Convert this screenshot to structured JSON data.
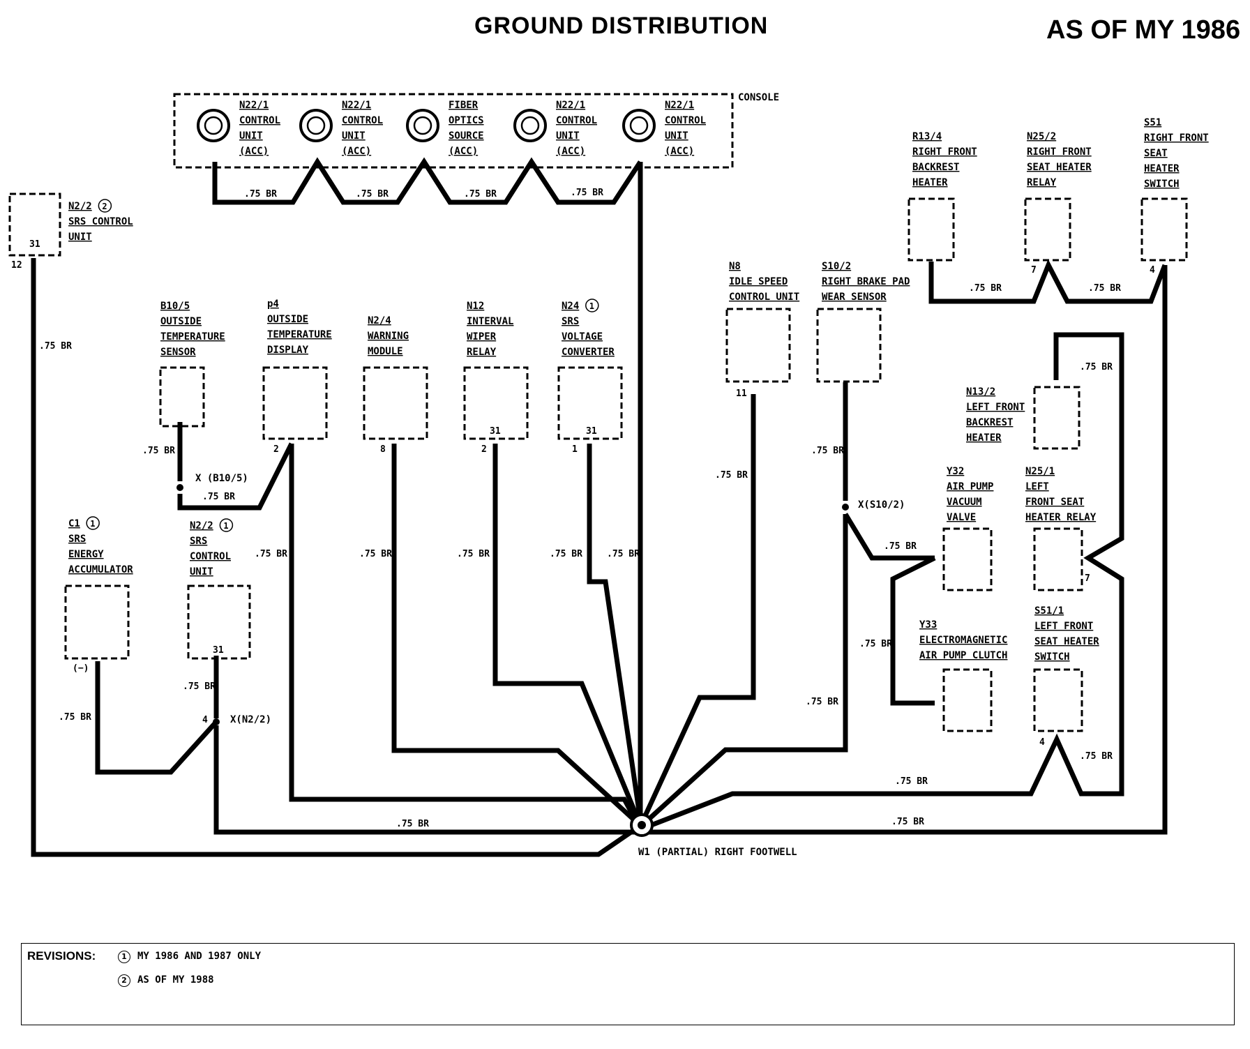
{
  "header": {
    "title": "GROUND DISTRIBUTION",
    "year": "AS OF MY 1986"
  },
  "console": {
    "label": "CONSOLE",
    "units": [
      {
        "lines": [
          "N22/1",
          "CONTROL",
          "UNIT",
          "(ACC)"
        ]
      },
      {
        "lines": [
          "N22/1",
          "CONTROL",
          "UNIT",
          "(ACC)"
        ]
      },
      {
        "lines": [
          "FIBER",
          "OPTICS",
          "SOURCE",
          "(ACC)"
        ]
      },
      {
        "lines": [
          "N22/1",
          "CONTROL",
          "UNIT",
          "(ACC)"
        ]
      },
      {
        "lines": [
          "N22/1",
          "CONTROL",
          "UNIT",
          "(ACC)"
        ]
      }
    ]
  },
  "components": {
    "n22_srs2": {
      "lines": [
        "N2/2",
        "SRS CONTROL",
        "UNIT"
      ],
      "rev": "2",
      "pin_inside": "31",
      "pin": "12"
    },
    "b10_5": {
      "lines": [
        "B10/5",
        "OUTSIDE",
        "TEMPERATURE",
        "SENSOR"
      ]
    },
    "p4": {
      "lines": [
        "p4",
        "OUTSIDE",
        "TEMPERATURE",
        "DISPLAY"
      ],
      "pin": "2"
    },
    "n2_4": {
      "lines": [
        "N2/4",
        "WARNING",
        "MODULE"
      ],
      "pin": "8"
    },
    "n12": {
      "lines": [
        "N12",
        "INTERVAL",
        "WIPER",
        "RELAY"
      ],
      "pin_inside": "31",
      "pin": "2"
    },
    "n24": {
      "lines": [
        "N24",
        "SRS",
        "VOLTAGE",
        "CONVERTER"
      ],
      "rev": "1",
      "pin_inside": "31",
      "pin": "1"
    },
    "c1": {
      "lines": [
        "C1",
        "SRS",
        "ENERGY",
        "ACCUMULATOR"
      ],
      "rev": "1",
      "pin": "(−)"
    },
    "n2_2_srs1": {
      "lines": [
        "N2/2",
        "SRS",
        "CONTROL",
        "UNIT"
      ],
      "rev": "1",
      "pin_inside": "31"
    },
    "n8": {
      "lines": [
        "N8",
        "IDLE SPEED",
        "CONTROL UNIT"
      ],
      "pin": "11"
    },
    "s10_2": {
      "lines": [
        "S10/2",
        "RIGHT BRAKE PAD",
        "WEAR SENSOR"
      ]
    },
    "r13_4": {
      "lines": [
        "R13/4",
        "RIGHT FRONT",
        "BACKREST",
        "HEATER"
      ]
    },
    "n25_2": {
      "lines": [
        "N25/2",
        "RIGHT FRONT",
        "SEAT HEATER",
        "RELAY"
      ],
      "pin": "7"
    },
    "s51": {
      "lines": [
        "S51",
        "RIGHT FRONT",
        "SEAT",
        "HEATER",
        "SWITCH"
      ],
      "pin": "4"
    },
    "n13_2": {
      "lines": [
        "N13/2",
        "LEFT FRONT",
        "BACKREST",
        "HEATER"
      ]
    },
    "y32": {
      "lines": [
        "Y32",
        "AIR PUMP",
        "VACUUM",
        "VALVE"
      ]
    },
    "n25_1": {
      "lines": [
        "N25/1",
        "LEFT",
        "FRONT SEAT",
        "HEATER RELAY"
      ],
      "pin": "7"
    },
    "y33": {
      "lines": [
        "Y33",
        "ELECTROMAGNETIC",
        "AIR PUMP CLUTCH"
      ]
    },
    "s51_1": {
      "lines": [
        "S51/1",
        "LEFT FRONT",
        "SEAT HEATER",
        "SWITCH"
      ],
      "pin": "4"
    }
  },
  "connectors": {
    "x_b10_5": "X (B10/5)",
    "x_n2_2": "X(N2/2)",
    "x_n2_2_pin": "4",
    "x_s10_2": "X(S10/2)"
  },
  "wire_label": ".75 BR",
  "ground": {
    "id": "W1",
    "label": "(PARTIAL) RIGHT FOOTWELL"
  },
  "revisions": {
    "title": "REVISIONS:",
    "items": [
      {
        "num": "1",
        "text": "MY 1986 AND 1987 ONLY"
      },
      {
        "num": "2",
        "text": "AS OF MY 1988"
      }
    ]
  }
}
